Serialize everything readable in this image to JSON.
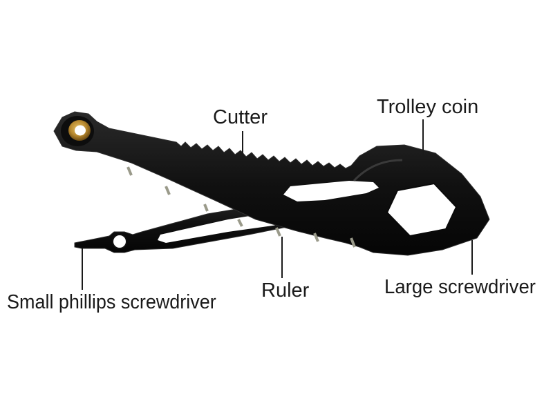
{
  "labels": {
    "cutter": "Cutter",
    "trolley_coin": "Trolley coin",
    "small_phillips": "Small phillips screwdriver",
    "ruler": "Ruler",
    "large_screwdriver": "Large screwdriver"
  },
  "colors": {
    "tool_body": "#141414",
    "tool_edge": "#2e2e2e",
    "ruler_marks": "#9a9a8a",
    "brass_ring": "#b8892e",
    "leader_line": "#1a1a1a",
    "background": "#ffffff"
  }
}
